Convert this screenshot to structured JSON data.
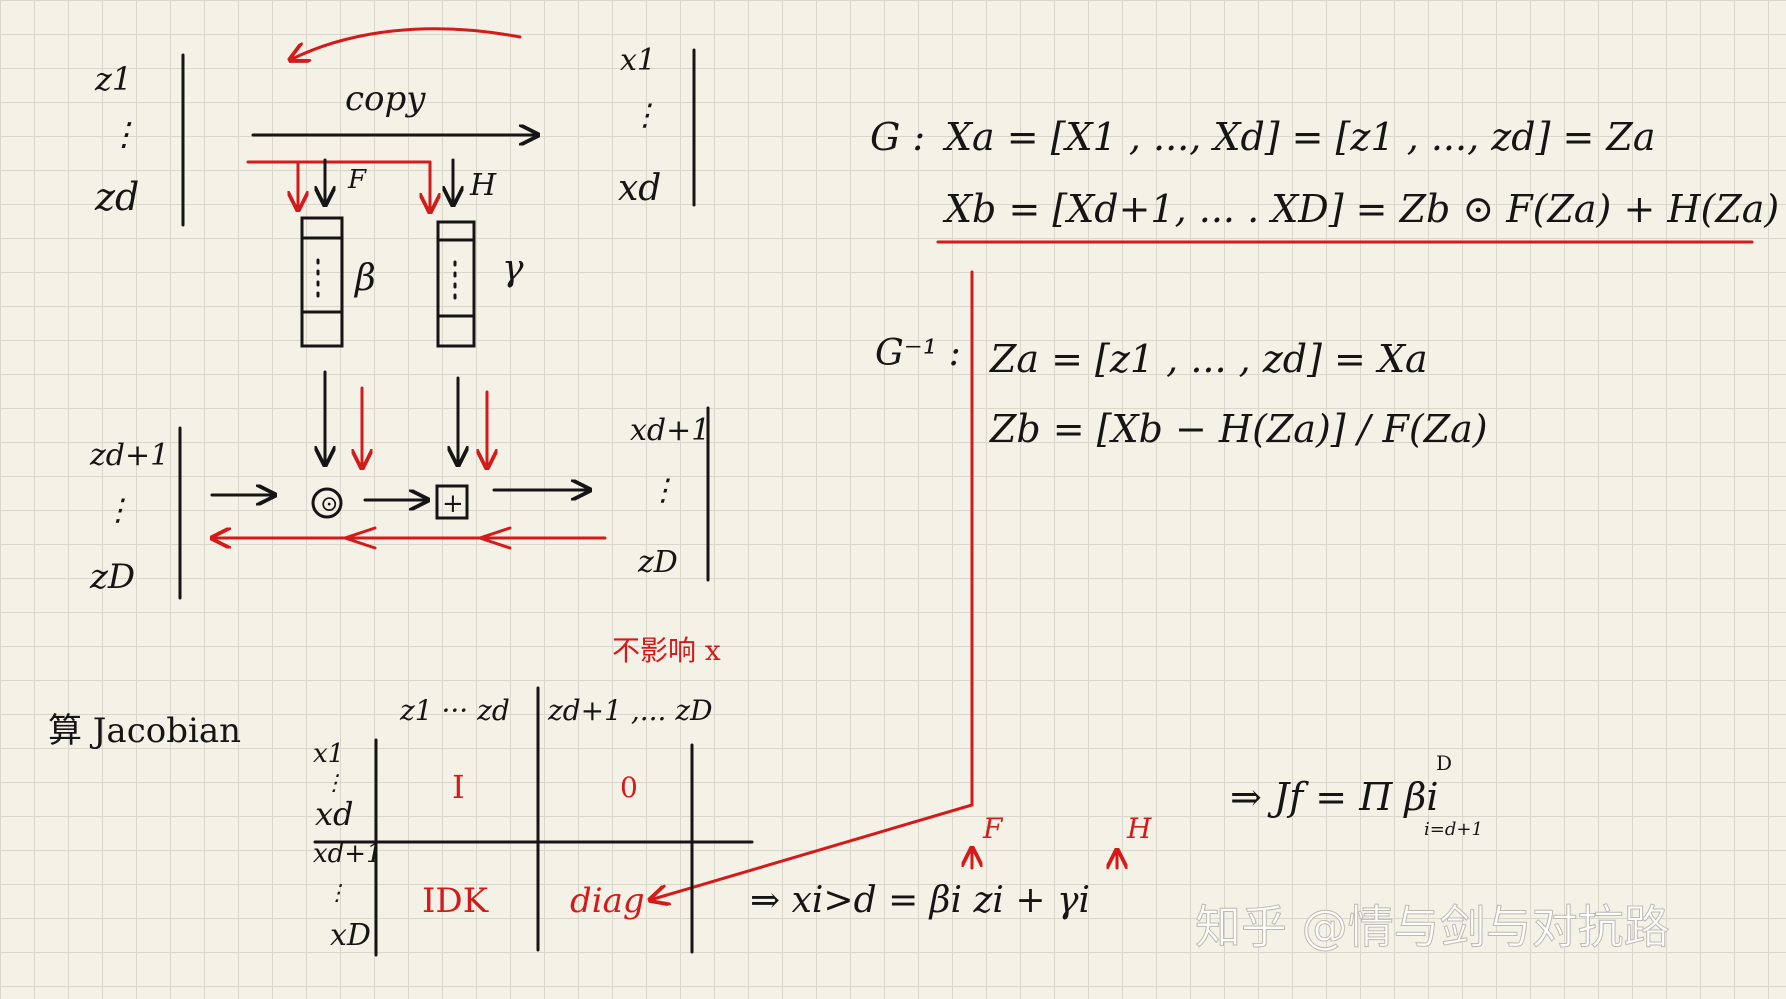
{
  "network": {
    "in_top": [
      "z1",
      "⋮",
      "zd"
    ],
    "out_top": [
      "x1",
      "⋮",
      "xd"
    ],
    "in_bottom": [
      "zd+1",
      "⋮",
      "zD"
    ],
    "out_bottom": [
      "xd+1",
      "⋮",
      "zD"
    ],
    "copy_label": "copy",
    "f_label": "F",
    "h_label": "H",
    "beta_label": "β",
    "gamma_label": "γ",
    "odot": "⊙",
    "plus": "+"
  },
  "forward": {
    "prefix": "G :",
    "line1": "Xa = [X1 , ..., Xd] = [z1 , ..., zd] = Za",
    "line2": "Xb = [Xd+1, ... . XD] = Zb ⊙ F(Za) + H(Za)"
  },
  "inverse": {
    "prefix": "G⁻¹ :",
    "line1": "Za = [z1 , ... , zd] = Xa",
    "line2": "Zb = [Xb − H(Za)] / F(Za)"
  },
  "jacobian": {
    "label": "算 Jacobian",
    "note": "不影响 x",
    "col_left": "z1 ··· zd",
    "col_right": "zd+1 ,... zD",
    "rows_top": [
      "x1",
      "⋮",
      "xd"
    ],
    "rows_bottom": [
      "xd+1",
      "⋮",
      "xD"
    ],
    "cell_tl": "I",
    "cell_tr": "0",
    "cell_bl": "IDK",
    "cell_br": "diag",
    "elem_eq": "⇒ xi>d = βi zi + γi",
    "f_mark": "F",
    "h_mark": "H",
    "det_eq": "⇒ Jf = Π βi",
    "det_top": "D",
    "det_bottom": "i=d+1"
  },
  "watermark": "知乎 @情与剑与对抗路"
}
